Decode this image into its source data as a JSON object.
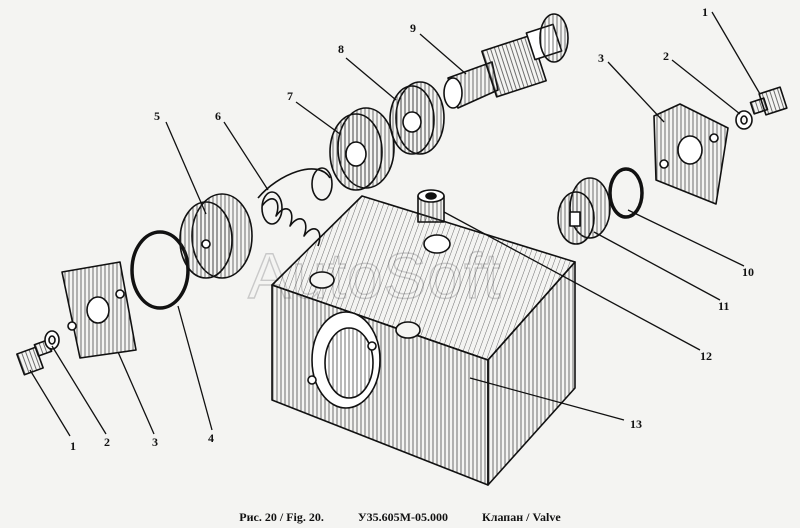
{
  "watermark": "AutoSoft",
  "caption": {
    "figure": "Рис. 20 / Fig. 20.",
    "code": "У35.605М-05.000",
    "title": "Клапан / Valve"
  },
  "callouts": [
    "1",
    "2",
    "3",
    "4",
    "5",
    "6",
    "7",
    "8",
    "9",
    "1",
    "2",
    "3",
    "10",
    "11",
    "12",
    "13"
  ],
  "colors": {
    "line": "#111111",
    "paper": "#f4f4f2",
    "watermark": "#c9c9c9"
  }
}
